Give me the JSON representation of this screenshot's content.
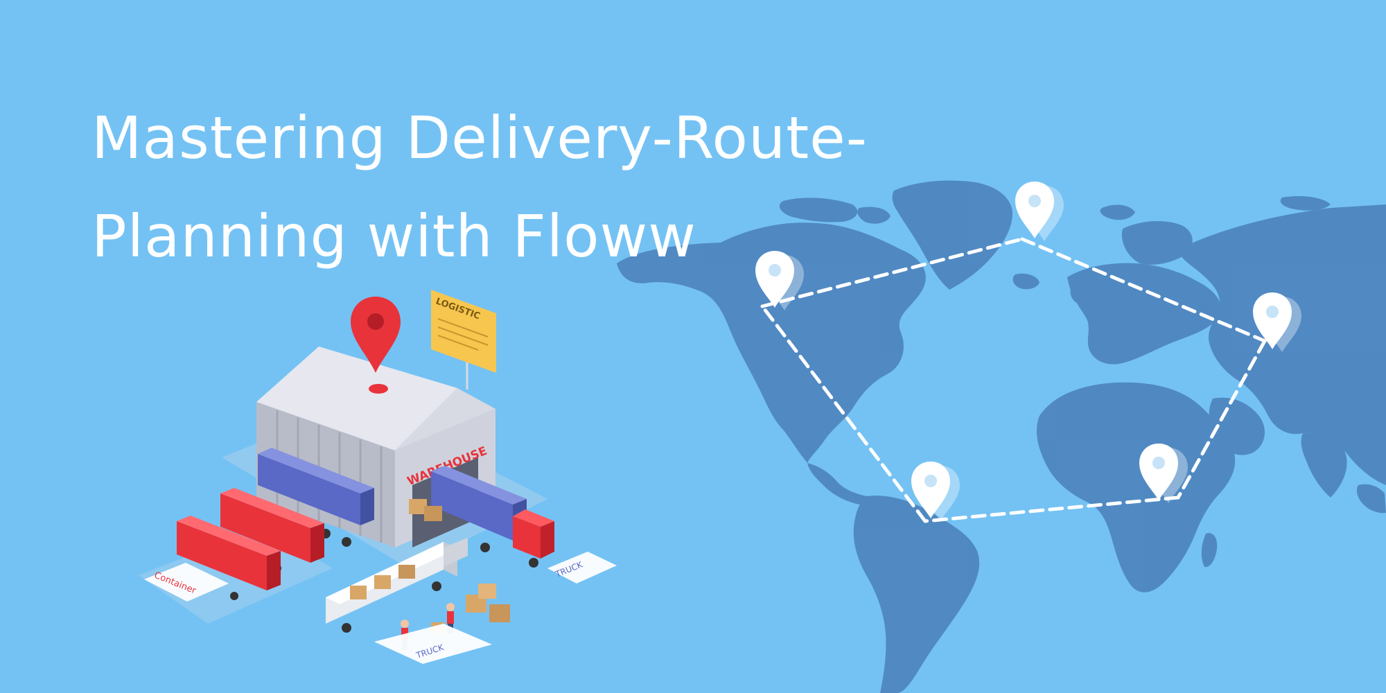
{
  "banner": {
    "title_line1": "Mastering Delivery-Route-",
    "title_line2": "Planning with Floww",
    "sign_label": "LOGISTIC",
    "warehouse_label": "WAREHOUSE",
    "container_label": "Container",
    "truck_label_right": "TRUCK",
    "truck_label_bottom": "TRUCK"
  },
  "colors": {
    "background": "#74c2f4",
    "map_land": "#4f86c0",
    "route_line": "#ffffff",
    "pin": "#ffffff",
    "accent_red": "#e8333b",
    "sign_yellow": "#f7c64f"
  },
  "icons": [
    "location-pin-icon",
    "warehouse-icon",
    "truck-icon",
    "container-icon",
    "box-icon"
  ]
}
